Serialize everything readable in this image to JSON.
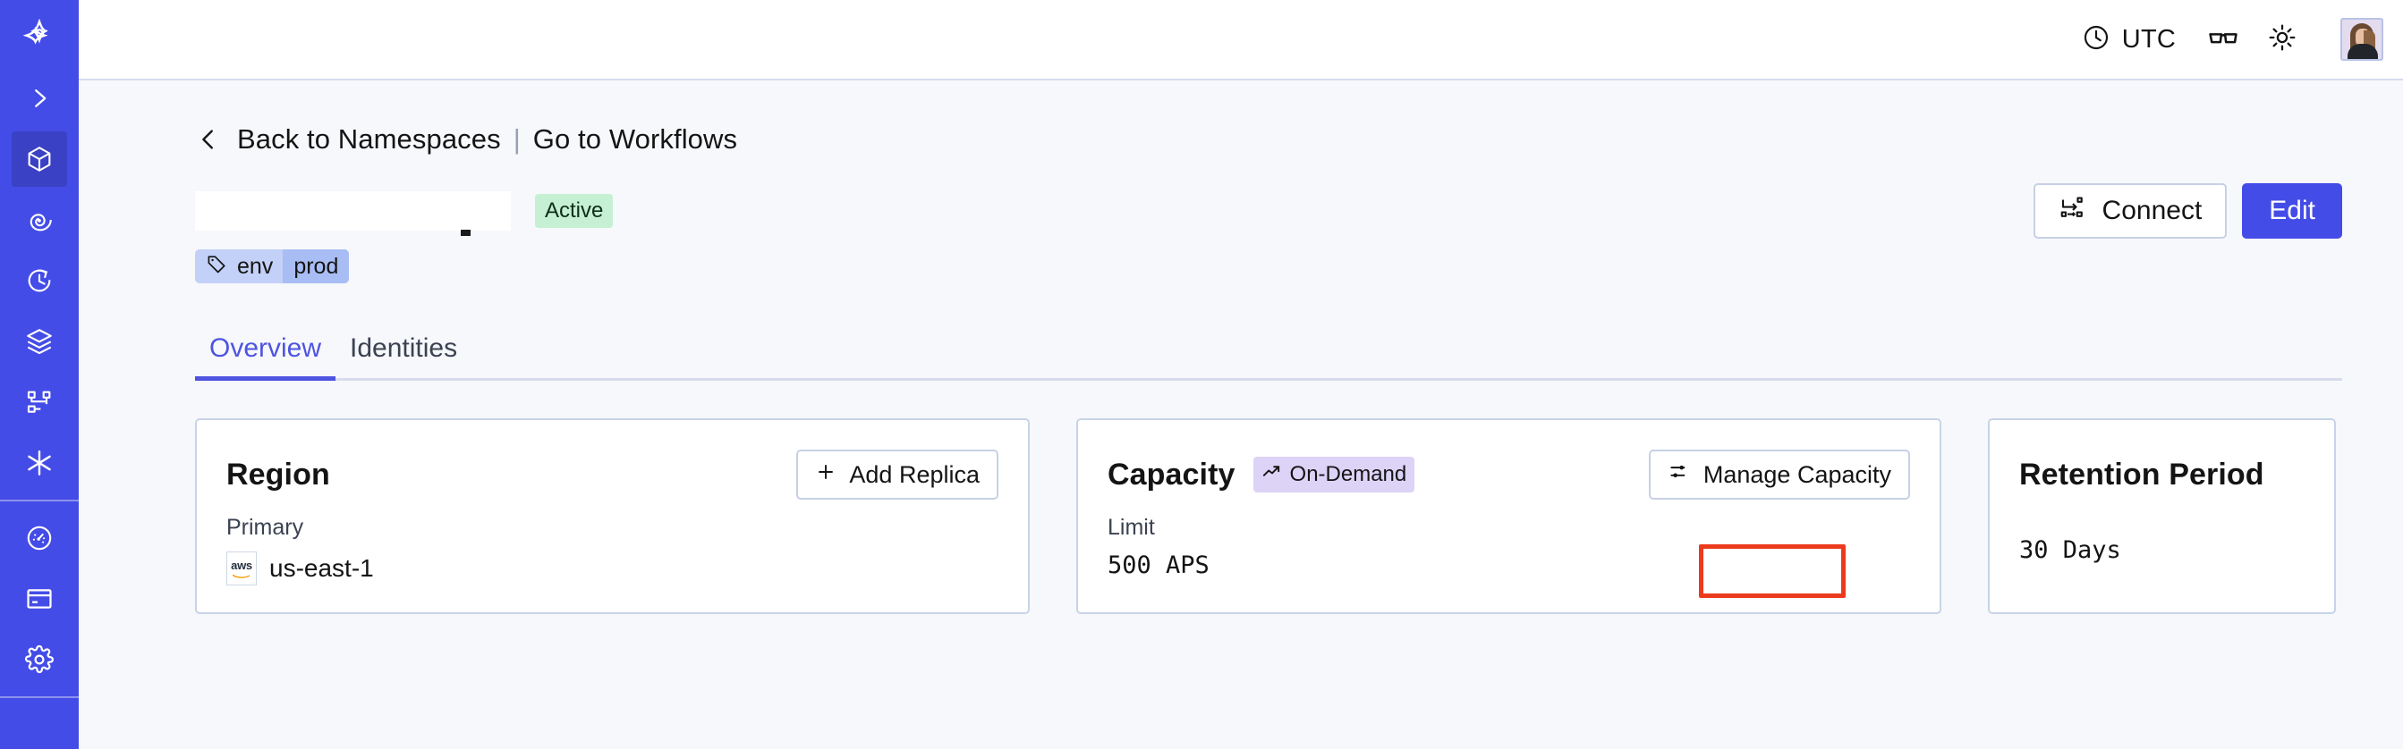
{
  "sidebar": {
    "items": [
      {
        "name": "temporal-logo",
        "icon": "temporal-logo-icon",
        "active": false
      },
      {
        "name": "expand-nav",
        "icon": "chevron-right-icon",
        "active": false
      },
      {
        "name": "namespaces",
        "icon": "cube-icon",
        "active": true
      },
      {
        "name": "observability",
        "icon": "eye-spiral-icon",
        "active": false
      },
      {
        "name": "schedules",
        "icon": "clock-arrow-icon",
        "active": false
      },
      {
        "name": "batch-operations",
        "icon": "layers-icon",
        "active": false
      },
      {
        "name": "workflows",
        "icon": "node-graph-icon",
        "active": false
      },
      {
        "name": "nexus",
        "icon": "asterisk-icon",
        "active": false
      },
      {
        "name": "usage",
        "icon": "gauge-icon",
        "active": false
      },
      {
        "name": "billing",
        "icon": "credit-card-icon",
        "active": false
      },
      {
        "name": "settings",
        "icon": "gear-icon",
        "active": false
      }
    ]
  },
  "topbar": {
    "timezone_label": "UTC",
    "timezone_icon": "clock-icon",
    "glasses_icon": "glasses-icon",
    "theme_icon": "sun-icon",
    "avatar_name": "user-avatar"
  },
  "breadcrumb": {
    "back_icon": "chevron-left-icon",
    "back_label": "Back to Namespaces",
    "separator": "|",
    "forward_label": "Go to Workflows"
  },
  "namespace": {
    "name": "",
    "status_badge": "Active",
    "tag": {
      "icon": "tag-icon",
      "key": "env",
      "value": "prod"
    }
  },
  "actions": {
    "connect_label": "Connect",
    "connect_icon": "connect-icon",
    "edit_label": "Edit"
  },
  "tabs": [
    {
      "label": "Overview",
      "active": true
    },
    {
      "label": "Identities",
      "active": false
    }
  ],
  "cards": {
    "region": {
      "title": "Region",
      "action_label": "Add Replica",
      "action_icon": "plus-icon",
      "sub_label": "Primary",
      "provider_icon": "aws-logo",
      "provider_text": "aws",
      "value": "us-east-1"
    },
    "capacity": {
      "title": "Capacity",
      "badge_label": "On-Demand",
      "badge_icon": "trend-up-icon",
      "action_label": "Manage Capacity",
      "action_icon": "sliders-icon",
      "sub_label": "Limit",
      "value": "500 APS"
    },
    "retention": {
      "title": "Retention Period",
      "value": "30 Days"
    }
  },
  "colors": {
    "brand": "#444ce7",
    "accent": "#4e54e0",
    "active_badge_bg": "#c5f0d3",
    "ondemand_badge_bg": "#ddd3f7",
    "tag_bg": "#c3d0f7",
    "highlight": "#ec3a1c",
    "page_bg": "#f7f8fb"
  }
}
